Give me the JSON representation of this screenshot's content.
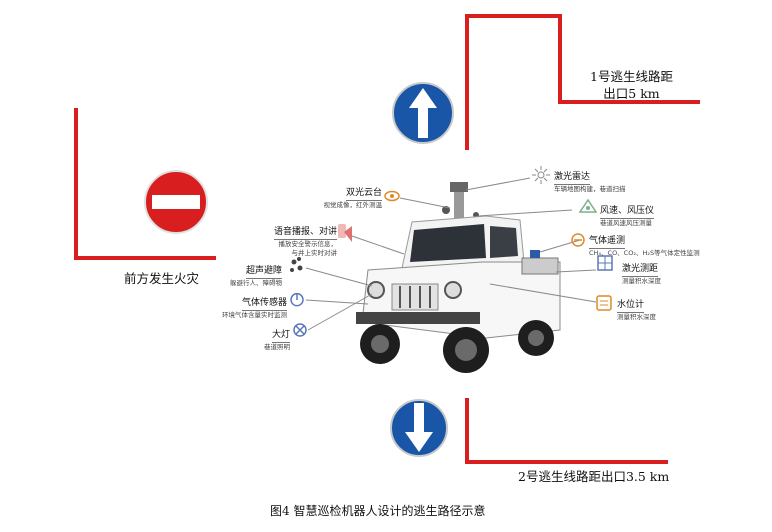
{
  "route1": {
    "line1": "1号逃生线路距",
    "line2": "出口5  km"
  },
  "route2": {
    "label": "2号逃生线路距出口3.5 km"
  },
  "fire": {
    "label": "前方发生火灾"
  },
  "caption": "图4   智慧巡检机器人设计的逃生路径示意",
  "components_left": [
    {
      "title": "双光云台",
      "desc": "视觉成像，红外测温",
      "icon": "eye-icon"
    },
    {
      "title": "语音播报、对讲",
      "desc": "播放安全警示信息，\n与井上实时对讲",
      "icon": "speaker-icon"
    },
    {
      "title": "超声避障",
      "desc": "躲避行人、障碍物",
      "icon": "ultrasound-icon"
    },
    {
      "title": "气体传感器",
      "desc": "环境气体含量实时监测",
      "icon": "gas-sensor-icon"
    },
    {
      "title": "大灯",
      "desc": "巷道照明",
      "icon": "headlight-icon"
    }
  ],
  "components_right": [
    {
      "title": "激光雷达",
      "desc": "车辆地图构建，巷道扫描",
      "icon": "lidar-icon"
    },
    {
      "title": "风速、风压仪",
      "desc": "巷道风速风压测量",
      "icon": "anemometer-icon"
    },
    {
      "title": "气体遥测",
      "desc": "CH₄、CO、CO₂、H₂S等气体定性监测",
      "icon": "gas-telemetry-icon"
    },
    {
      "title": "激光测距",
      "desc": "测量积水深度",
      "icon": "laser-range-icon"
    },
    {
      "title": "水位计",
      "desc": "测量积水深度",
      "icon": "water-level-icon"
    }
  ],
  "colors": {
    "route": "#d81e1e",
    "sign_blue": "#1a56a8",
    "sign_red": "#d81e1e",
    "icon": "#e08a2a"
  }
}
